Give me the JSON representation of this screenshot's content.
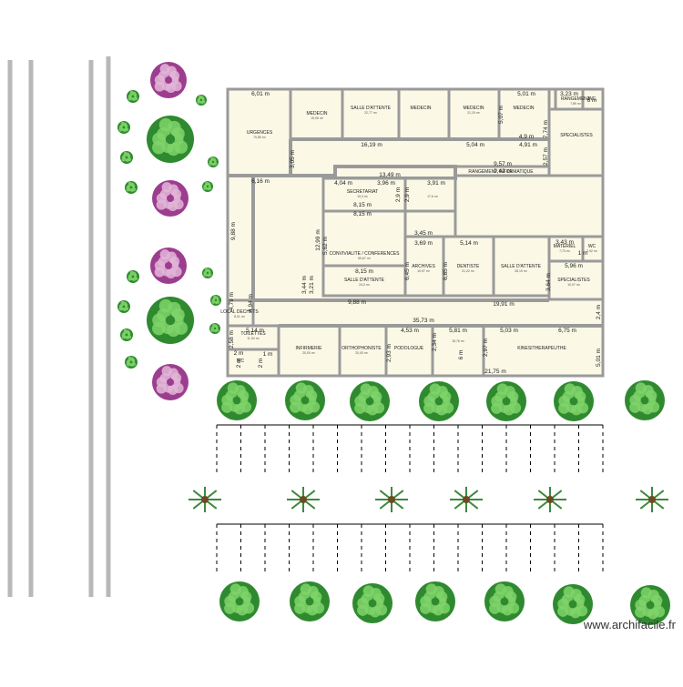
{
  "watermark": "www.archifacile.fr",
  "rooms": [
    {
      "label": "URGENCES",
      "area": "70,85 m²"
    },
    {
      "label": "MEDECIN",
      "area": "15,95 m²"
    },
    {
      "label": "SALLE D'ATTENTE",
      "area": "22,77 m²"
    },
    {
      "label": "MEDECIN",
      "area": ""
    },
    {
      "label": "MEDECIN",
      "area": "21,15 m²"
    },
    {
      "label": "MEDECIN",
      "area": ""
    },
    {
      "label": "RANGEMENT",
      "area": "7,89 m²"
    },
    {
      "label": "WC",
      "area": ""
    },
    {
      "label": "SPECIALISTES",
      "area": ""
    },
    {
      "label": "RANGEMENT INFORMATIQUE",
      "area": ""
    },
    {
      "label": "SECRETARIAT",
      "area": "19,3 m²"
    },
    {
      "label": "",
      "area": "17,6 m²"
    },
    {
      "label": "CONVIVIALITE / CONFERENCES",
      "area": "59,67 m²"
    },
    {
      "label": "SALLE D'ATTENTE",
      "area": "24,0 m²"
    },
    {
      "label": "ARCHIVES",
      "area": "10,97 m²"
    },
    {
      "label": "DENTISTE",
      "area": "21,22 m²"
    },
    {
      "label": "SALLE D'ATTENTE",
      "area": "28,19 m²"
    },
    {
      "label": "MATERIEL",
      "area": "7,73 m²"
    },
    {
      "label": "WC",
      "area": "2,92 m²"
    },
    {
      "label": "SPECIALISTES",
      "area": "10,07 m²"
    },
    {
      "label": "LOCAL DECHETS",
      "area": "8,01 m²"
    },
    {
      "label": "TOILETTES",
      "area": "11,94 m²"
    },
    {
      "label": "INFIRMERIE",
      "area": "20,00 m²"
    },
    {
      "label": "ORTHOPHONISTE",
      "area": "20,00 m²"
    },
    {
      "label": "PODOLOGUE",
      "area": ""
    },
    {
      "label": "",
      "area": "15,76 m²"
    },
    {
      "label": "KINESITHERAPEUTHE",
      "area": ""
    },
    {
      "label": "WC",
      "area": ""
    }
  ],
  "dimensions": [
    "6,01 m",
    "5,01 m",
    "3,23 m",
    "6 m",
    "5,07 m",
    "7,74 m",
    "3,05 m",
    "16,19 m",
    "5,04 m",
    "4,9 m",
    "4,91 m",
    "2,57 m",
    "9,57 m",
    "9,42 m",
    "13,49 m",
    "6,16 m",
    "4,04 m",
    "3,96 m",
    "3,91 m",
    "2,9 m",
    "2,9 m",
    "8,15 m",
    "8,15 m",
    "3,45 m",
    "3,69 m",
    "5,14 m",
    "3,43 m",
    "1 m",
    "5,96 m",
    "9,88 m",
    "12,99 m",
    "5,62 m",
    "3,44 m",
    "3,21 m",
    "8,15 m",
    "6,45 m",
    "6,85 m",
    "3,64 m",
    "19,91 m",
    "9,88 m",
    "4,94 m",
    "4,79 m",
    "2,4 m",
    "35,73 m",
    "5,14 m",
    "4,53 m",
    "5,81 m",
    "5,03 m",
    "6,75 m",
    "2,58 m",
    "2,34 m",
    "2 m",
    "1 m",
    "2 m",
    "2 m",
    "2,93 m",
    "2,97 m",
    "21,75 m",
    "5,01 m",
    "6 m"
  ]
}
